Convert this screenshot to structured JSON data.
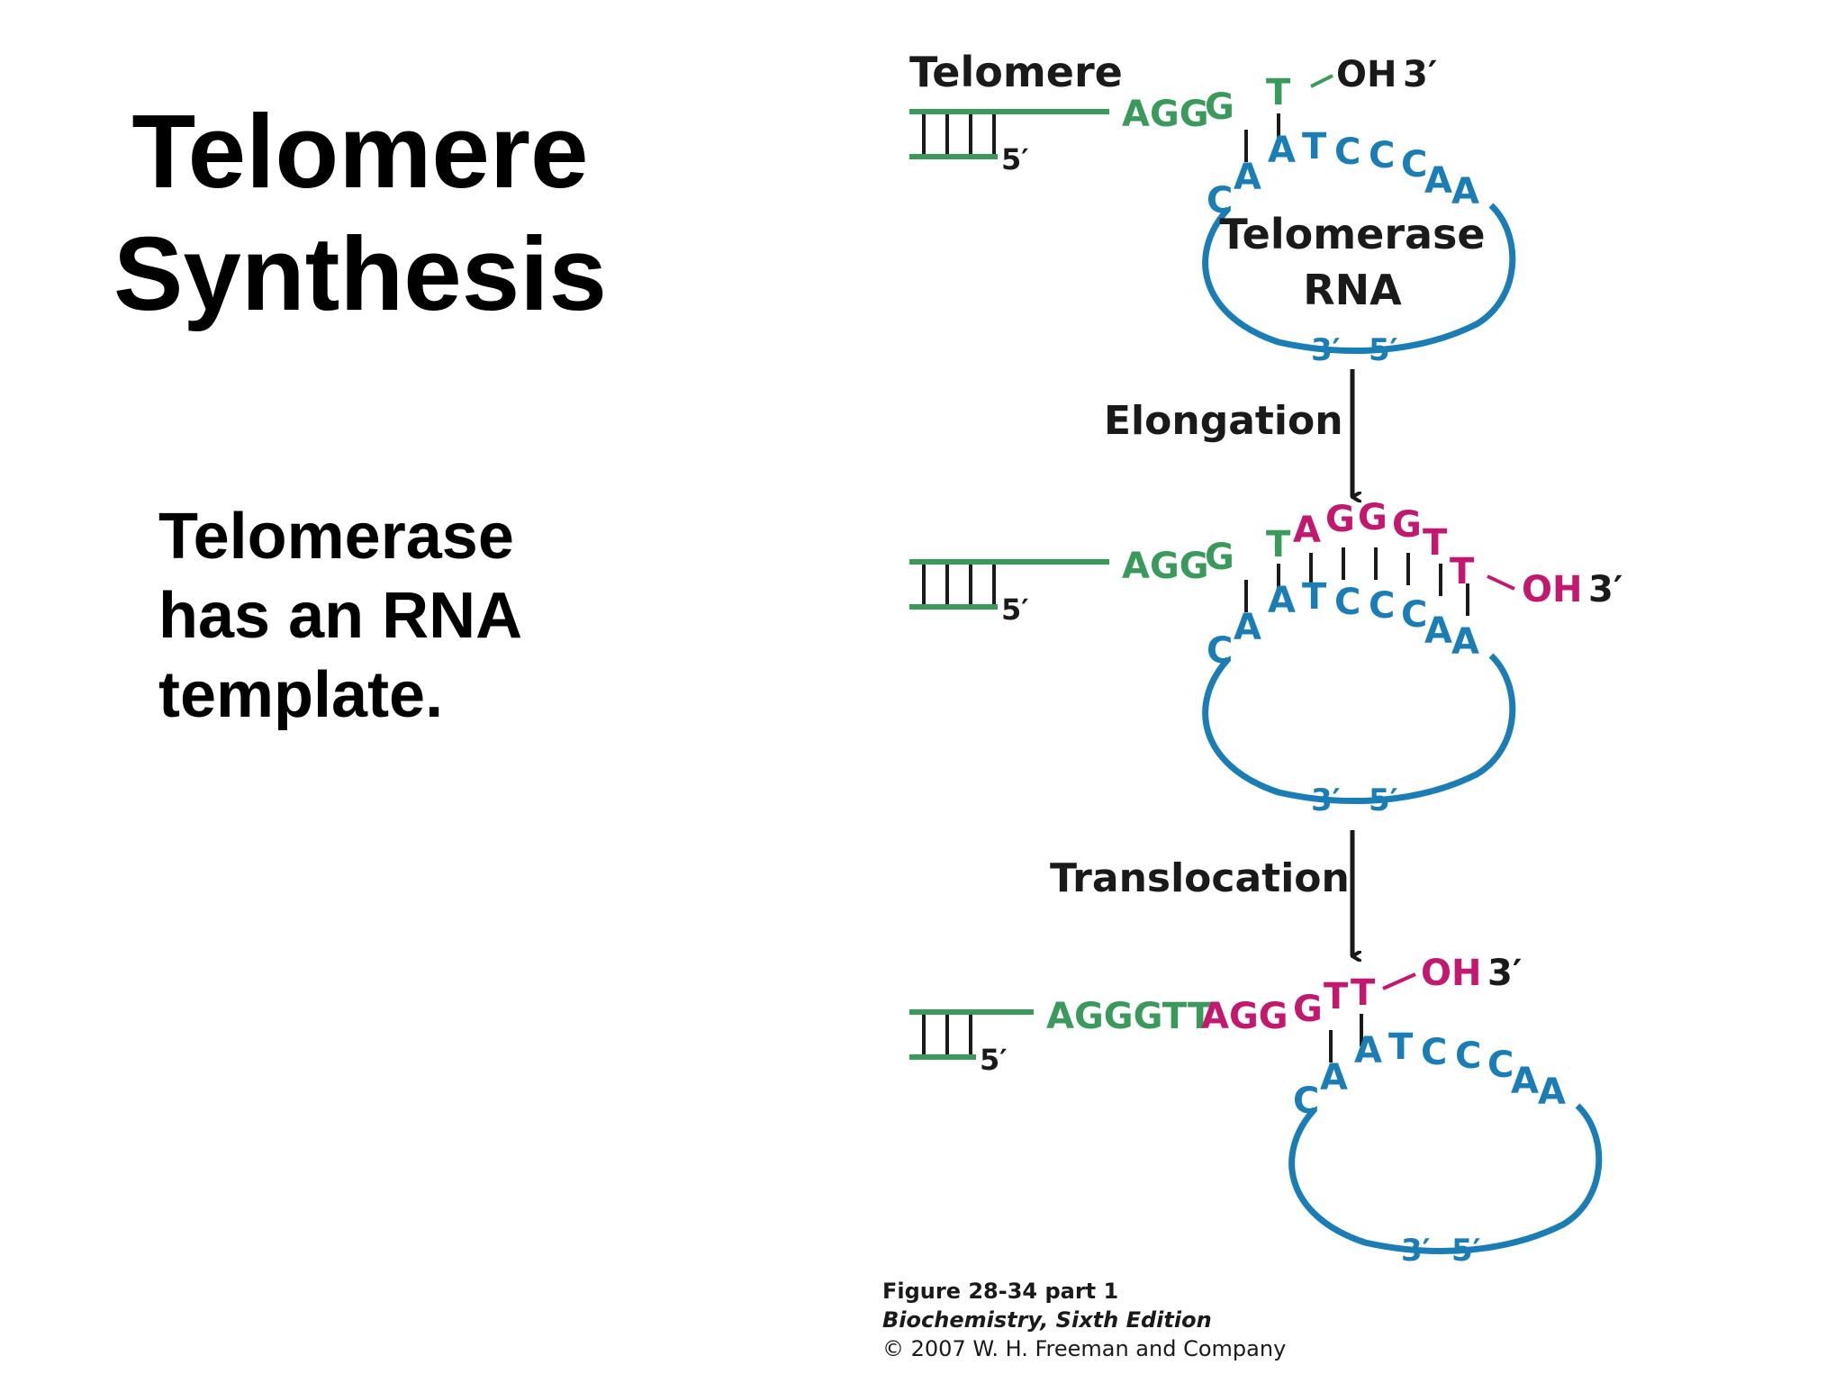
{
  "slide": {
    "title_line1": "Telomere",
    "title_line2": "Synthesis",
    "body_line1": "Telomerase",
    "body_line2": "has an RNA",
    "body_line3": "template."
  },
  "colors": {
    "dna": "#3a9a5b",
    "rna": "#1a7db5",
    "new_dna": "#c2186f",
    "text": "#1a1a1a"
  },
  "figure": {
    "telomere_label": "Telomere",
    "telomerase_rna_label_1": "Telomerase",
    "telomerase_rna_label_2": "RNA",
    "step1_label": "Elongation",
    "step2_label": "Translocation",
    "oh": "OH",
    "prime3": "3′",
    "prime5": "5′",
    "panel1": {
      "dna_bases": "AGG",
      "rna_template_bases": [
        "C",
        "A",
        "A",
        "T",
        "C",
        "C",
        "C",
        "A",
        "A"
      ]
    },
    "panel2": {
      "dna_bases": "AGG",
      "new_bases": [
        "A",
        "G",
        "G",
        "G",
        "T",
        "T"
      ]
    },
    "panel3": {
      "dna_bases": "AGGGTT",
      "new_bases": "AGG"
    }
  },
  "caption": {
    "line1": "Figure 28-34 part 1",
    "line2": "Biochemistry, Sixth Edition",
    "line3": "© 2007 W. H. Freeman and Company"
  }
}
